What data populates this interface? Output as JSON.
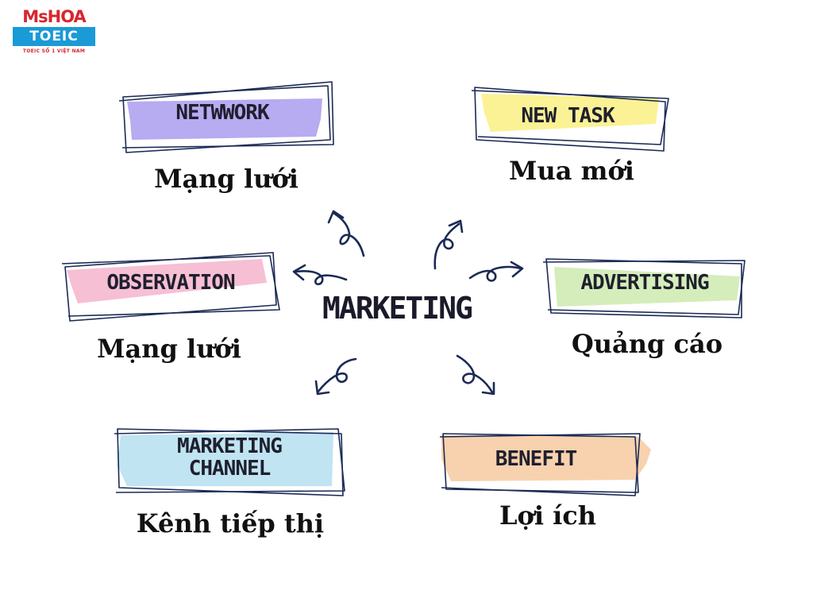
{
  "logo": {
    "brand_top": "MsHOA",
    "brand_bar": "TOEIC",
    "tagline": "TOEIC SỐ 1 VIỆT NAM"
  },
  "center": {
    "label": "MARKETING"
  },
  "nodes": [
    {
      "id": "network",
      "en": "NETWWORK",
      "vi": "Mạng lưới",
      "color": "#b3a6f0"
    },
    {
      "id": "new-task",
      "en": "NEW TASK",
      "vi": "Mua mới",
      "color": "#fbf18f"
    },
    {
      "id": "observation",
      "en": "OBSERVATION",
      "vi": "Mạng lưới",
      "color": "#f6bcd2"
    },
    {
      "id": "advertising",
      "en": "ADVERTISING",
      "vi": "Quảng cáo",
      "color": "#d2ecb6"
    },
    {
      "id": "marketing-channel",
      "en": "MARKETING\nCHANNEL",
      "vi": "Kênh tiếp thị",
      "color": "#bde3f0"
    },
    {
      "id": "benefit",
      "en": "BENEFIT",
      "vi": "Lợi ích",
      "color": "#f8d0aa"
    }
  ],
  "colors": {
    "frame": "#1b2a55",
    "arrow": "#1b2a55"
  },
  "icons": [
    "curly-arrow-icon"
  ]
}
